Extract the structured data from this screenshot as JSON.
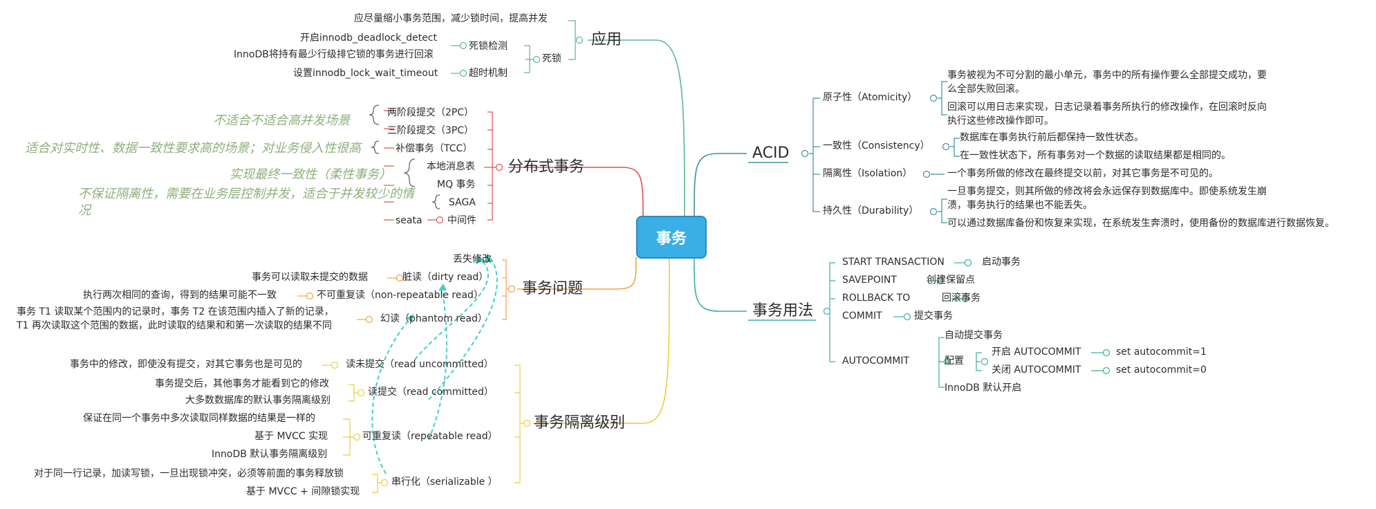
{
  "root": "事务",
  "colors": {
    "app": "#5bb88a",
    "dist": "#e0504a",
    "prob": "#f0a24a",
    "iso": "#f1cb3b",
    "acid": "#3e8ea6",
    "usage": "#3aae9f",
    "note": "#8db07a",
    "curve": "#3ed1c8",
    "root": "#3aaee6"
  },
  "app": {
    "title": "应用",
    "minimize": "应尽量缩小事务范围，减少锁时间，提高并发",
    "deadlock": "死锁",
    "detect_label": "死锁检测",
    "detect_opt1": "开启innodb_deadlock_detect",
    "detect_opt2": "InnoDB将持有最少行级排它锁的事务进行回滚",
    "timeout_label": "超时机制",
    "timeout_opt": "设置innodb_lock_wait_timeout"
  },
  "dist": {
    "title": "分布式事务",
    "items": [
      "两阶段提交（2PC）",
      "三阶段提交（3PC）",
      "补偿事务（TCC）",
      "本地消息表",
      "MQ 事务",
      "SAGA",
      "中间件"
    ],
    "seata": "seata",
    "notes": [
      "不适合不适合高并发场景",
      "适合对实时性、数据一致性要求高的场景；对业务侵入性很高",
      "实现最终一致性（柔性事务）",
      "不保证隔离性，需要在业务层控制并发，适合于并发较少的情",
      "况"
    ]
  },
  "prob": {
    "title": "事务问题",
    "lost": "丢失修改",
    "dirty": "脏读（dirty read）",
    "dirty_desc": "事务可以读取未提交的数据",
    "nonrep": "不可重复读（non-repeatable read）",
    "nonrep_desc": "执行两次相同的查询，得到的结果可能不一致",
    "phantom": "幻读（phantom read）",
    "phantom_desc1": "事务 T1 读取某个范围内的记录时，事务 T2 在该范围内插入了新的记录，",
    "phantom_desc2": "T1 再次读取这个范围的数据，此时读取的结果和和第一次读取的结果不同"
  },
  "iso": {
    "title": "事务隔离级别",
    "ru": "读未提交（read uncommitted）",
    "ru_desc": "事务中的修改，即使没有提交，对其它事务也是可见的",
    "rc": "读提交（read committed）",
    "rc_desc1": "事务提交后，其他事务才能看到它的修改",
    "rc_desc2": "大多数数据库的默认事务隔离级别",
    "rr": "可重复读（repeatable read）",
    "rr_desc1": "保证在同一个事务中多次读取同样数据的结果是一样的",
    "rr_desc2": "基于 MVCC 实现",
    "rr_desc3": "InnoDB 默认事务隔离级别",
    "ser": "串行化（serializable ）",
    "ser_desc1": "对于同一行记录，加读写锁，一旦出现锁冲突，必须等前面的事务释放锁",
    "ser_desc2": "基于 MVCC + 间隙锁实现"
  },
  "acid": {
    "title": "ACID",
    "atomicity": "原子性（Atomicity）",
    "a1": "事务被视为不可分割的最小单元，事务中的所有操作要么全部提交成功，要",
    "a2": "么全部失败回滚。",
    "a3": "回滚可以用日志来实现，日志记录着事务所执行的修改操作，在回滚时反向",
    "a4": "执行这些修改操作即可。",
    "consistency": "一致性（Consistency）",
    "c1": "数据库在事务执行前后都保持一致性状态。",
    "c2": "在一致性状态下，所有事务对一个数据的读取结果都是相同的。",
    "isolation": "隔离性（Isolation）",
    "i1": "一个事务所做的修改在最终提交以前，对其它事务是不可见的。",
    "durability": "持久性（Durability）",
    "d1": "一旦事务提交，则其所做的修改将会永远保存到数据库中。即使系统发生崩",
    "d2": "溃，事务执行的结果也不能丢失。",
    "d3": "可以通过数据库备份和恢复来实现，在系统发生奔溃时，使用备份的数据库进行数据恢复。"
  },
  "usage": {
    "title": "事务用法",
    "start": "START TRANSACTION",
    "start_d": "启动事务",
    "savepoint": "SAVEPOINT",
    "savepoint_d": "创建保留点",
    "rollback": "ROLLBACK TO",
    "rollback_d": "回滚事务",
    "commit": "COMMIT",
    "commit_d": "提交事务",
    "autocommit": "AUTOCOMMIT",
    "auto_d": "自动提交事务",
    "config": "配置",
    "on": "开启 AUTOCOMMIT",
    "on_v": "set autocommit=1",
    "off": "关闭 AUTOCOMMIT",
    "off_v": "set autocommit=0",
    "innodb": "InnoDB 默认开启"
  }
}
